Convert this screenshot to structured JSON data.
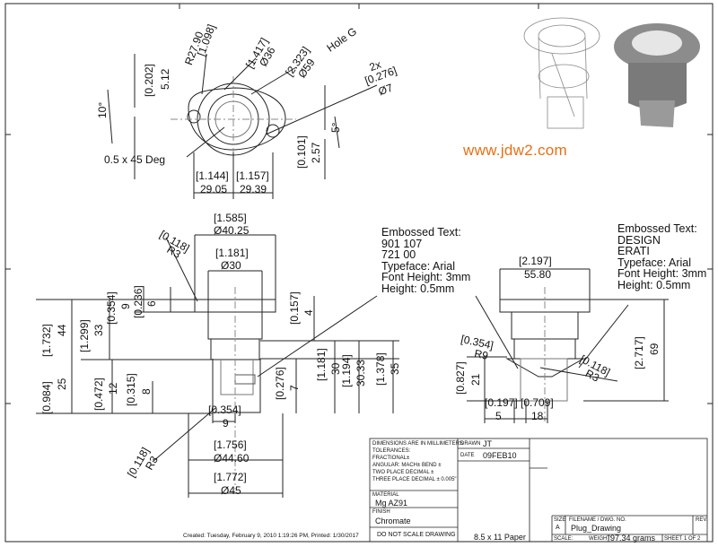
{
  "watermark": "www.jdw2.com",
  "top_view": {
    "r_in": "[1.098]",
    "r_mm": "R27.90",
    "d36_in": "[1.417]",
    "d36_mm": "Ø36",
    "d59_in": "[2.323]",
    "d59_mm": "Ø59",
    "hole_label": "Hole G",
    "twox": "2x",
    "d7_in": "[0.276]",
    "d7_mm": "Ø7",
    "h202_in": "[0.202]",
    "h202_mm": "5.12",
    "ang10": "10°",
    "ang5": "5°",
    "chamfer": "0.5 x 45 Deg",
    "h101_in": "[0.101]",
    "h101_mm": "2.57",
    "w1144_in": "[1.144]",
    "w1144_mm": "29.05",
    "w1157_in": "[1.157]",
    "w1157_mm": "29.39"
  },
  "front_view": {
    "d1585_in": "[1.585]",
    "d1585_mm": "Ø40.25",
    "r118_in": "[0.118]",
    "r118_mm": "R3",
    "d1181_in": "[1.181]",
    "d1181_mm": "Ø30",
    "h1732_in": "[1.732]",
    "h1732_mm": "44",
    "h1299_in": "[1.299]",
    "h1299_mm": "33",
    "h354_in": "[0.354]",
    "h354_mm": "9",
    "h236_in": "[0.236]",
    "h236_mm": "6",
    "h157_in": "[0.157]",
    "h157_mm": "4",
    "h984_in": "[0.984]",
    "h984_mm": "25",
    "h472_in": "[0.472]",
    "h472_mm": "12",
    "h315_in": "[0.315]",
    "h315_mm": "8",
    "h1181_in": "[1.181]",
    "h1181_mm": "30",
    "h1194_in": "[1.194]",
    "h1194_mm": "30.33",
    "h1378_in": "[1.378]",
    "h1378_mm": "35",
    "h276_in": "[0.276]",
    "h276_mm": "7",
    "w354_in": "[0.354]",
    "w354_mm": "9",
    "d1756_in": "[1.756]",
    "d1756_mm": "Ø44.60",
    "d1772_in": "[1.772]",
    "d1772_mm": "Ø45",
    "rb118_in": "[0.118]",
    "rb118_mm": "R3",
    "emboss": [
      "Embossed Text:",
      "901 107",
      "721 00",
      "Typeface: Arial",
      "Font Height: 3mm",
      "Height: 0.5mm"
    ]
  },
  "side_view": {
    "w2197_in": "[2.197]",
    "w2197_mm": "55.80",
    "r354_in": "[0.354]",
    "r354_mm": "R9",
    "h827_in": "[0.827]",
    "h827_mm": "21",
    "w197_in": "[0.197]",
    "w197_mm": "5",
    "w709_in": "[0.709]",
    "w709_mm": "18",
    "h2717_in": "[2.717]",
    "h2717_mm": "69",
    "r118_in": "[0.118]",
    "r118_mm": "R3",
    "emboss": [
      "Embossed Text:",
      "DESIGN",
      "ERATI",
      "Typeface: Arial",
      "Font Height: 3mm",
      "Height: 0.5mm"
    ]
  },
  "title_block": {
    "units": "DIMENSIONS ARE IN MILLIMETERS",
    "tolerances": "TOLERANCES:",
    "fractional": "FRACTIONAL±",
    "angular": "ANGULAR: MACH±   BEND ±",
    "two_place": "TWO PLACE DECIMAL   ±",
    "three_place": "THREE PLACE DECIMAL  ± 0.005\"",
    "drawn_label": "DRAWN",
    "drawn_value": "JT",
    "date_label": "DATE",
    "date_value": "09FEB10",
    "material_label": "MATERIAL",
    "material_value": "Mg AZ91",
    "finish_label": "FINISH",
    "finish_value": "Chromate",
    "no_scale": "DO NOT SCALE DRAWING",
    "paper": "8.5 x 11 Paper",
    "size_label": "SIZE",
    "size_value": "A",
    "filename_label": "FILENAME / DWG. NO.",
    "filename_value": "Plug_Drawing",
    "rev_label": "REV.",
    "scale_label": "SCALE:",
    "weight_label": "WEIGHT:",
    "weight_value": "97.34 grams",
    "sheet_label": "SHEET",
    "sheet_value": "1  OF  2"
  },
  "footer": "Created: Tuesday, February 9, 2010 1:19:26 PM, Printed: 1/30/2017"
}
